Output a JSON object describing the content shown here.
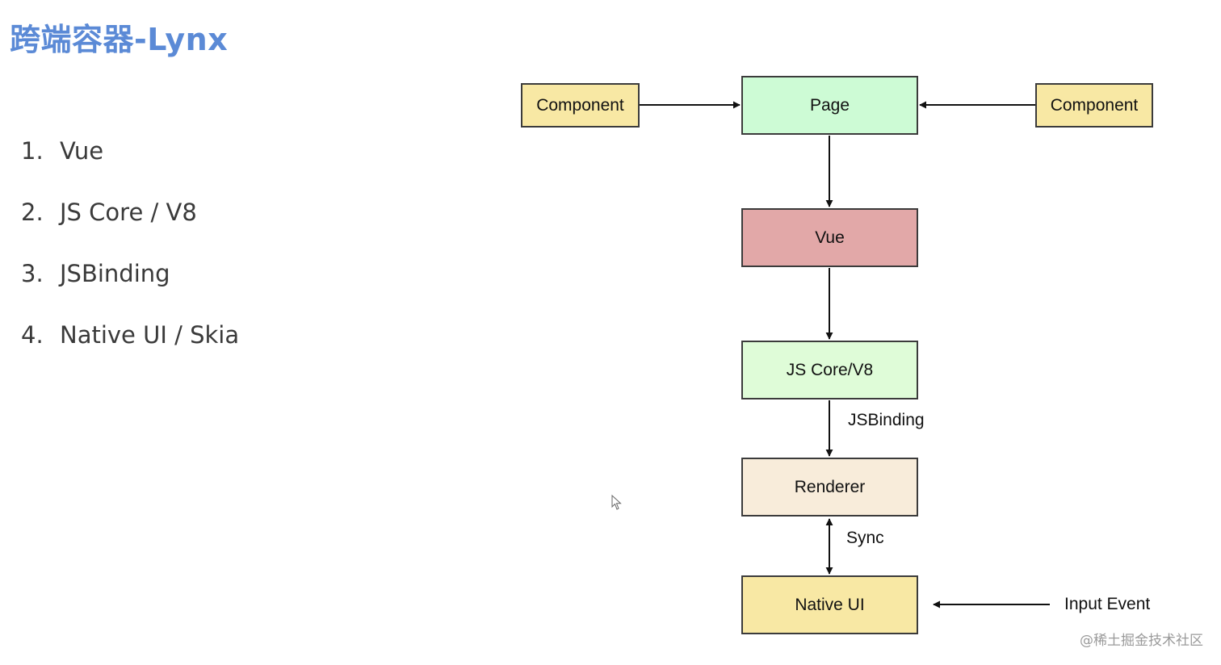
{
  "title": "跨端容器-Lynx",
  "list": [
    {
      "num": "1.",
      "text": "Vue"
    },
    {
      "num": "2.",
      "text": "JS Core / V8"
    },
    {
      "num": "3.",
      "text": "JSBinding"
    },
    {
      "num": "4.",
      "text": "Native UI / Skia"
    }
  ],
  "diagram": {
    "nodes": {
      "component_left": {
        "label": "Component",
        "fill": "#f8e8a4"
      },
      "page": {
        "label": "Page",
        "fill": "#cdfbd5"
      },
      "component_right": {
        "label": "Component",
        "fill": "#f8e8a4"
      },
      "vue": {
        "label": "Vue",
        "fill": "#e2a8a8"
      },
      "js_core": {
        "label": "JS Core/V8",
        "fill": "#dffcd8"
      },
      "renderer": {
        "label": "Renderer",
        "fill": "#f8ecda"
      },
      "native_ui": {
        "label": "Native UI",
        "fill": "#f8e8a4"
      }
    },
    "edge_labels": {
      "jsbinding": "JSBinding",
      "sync": "Sync",
      "input_event": "Input Event"
    }
  },
  "watermark": "@稀土掘金技术社区"
}
